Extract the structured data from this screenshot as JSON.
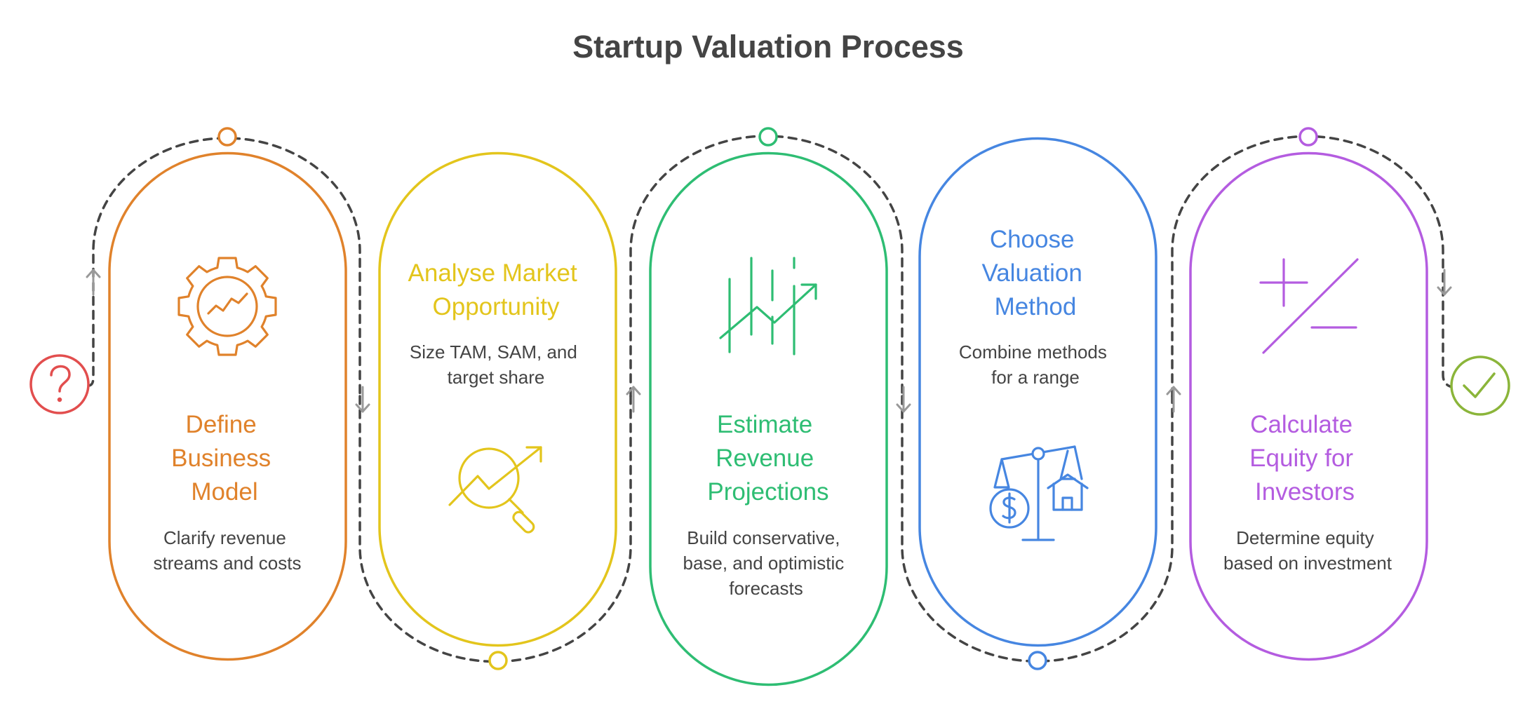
{
  "title": "Startup Valuation Process",
  "steps": [
    {
      "id": "define-business-model",
      "title_lines": [
        "Define",
        "Business",
        "Model"
      ],
      "desc_lines": [
        "Clarify revenue",
        "streams and costs"
      ],
      "color": "#E0822B",
      "icon": "gear-chart-icon"
    },
    {
      "id": "analyse-market-opportunity",
      "title_lines": [
        "Analyse Market",
        "Opportunity"
      ],
      "desc_lines": [
        "Size TAM, SAM, and",
        "target share"
      ],
      "color": "#E3C51C",
      "icon": "magnifier-trend-icon"
    },
    {
      "id": "estimate-revenue-projections",
      "title_lines": [
        "Estimate",
        "Revenue",
        "Projections"
      ],
      "desc_lines": [
        "Build conservative,",
        "base, and optimistic",
        "forecasts"
      ],
      "color": "#2EBD73",
      "icon": "bar-trend-icon"
    },
    {
      "id": "choose-valuation-method",
      "title_lines": [
        "Choose",
        "Valuation",
        "Method"
      ],
      "desc_lines": [
        "Combine methods",
        "for a range"
      ],
      "color": "#4686E1",
      "icon": "scale-icon"
    },
    {
      "id": "calculate-equity-for-investors",
      "title_lines": [
        "Calculate",
        "Equity for",
        "Investors"
      ],
      "desc_lines": [
        "Determine equity",
        "based on investment"
      ],
      "color": "#B45CE0",
      "icon": "plus-minus-icon"
    }
  ],
  "start_marker": {
    "icon": "question-icon",
    "color": "#E24E4E"
  },
  "end_marker": {
    "icon": "check-icon",
    "color": "#8BB53A"
  },
  "connector_color": "#444444",
  "arrow_color": "#999999"
}
